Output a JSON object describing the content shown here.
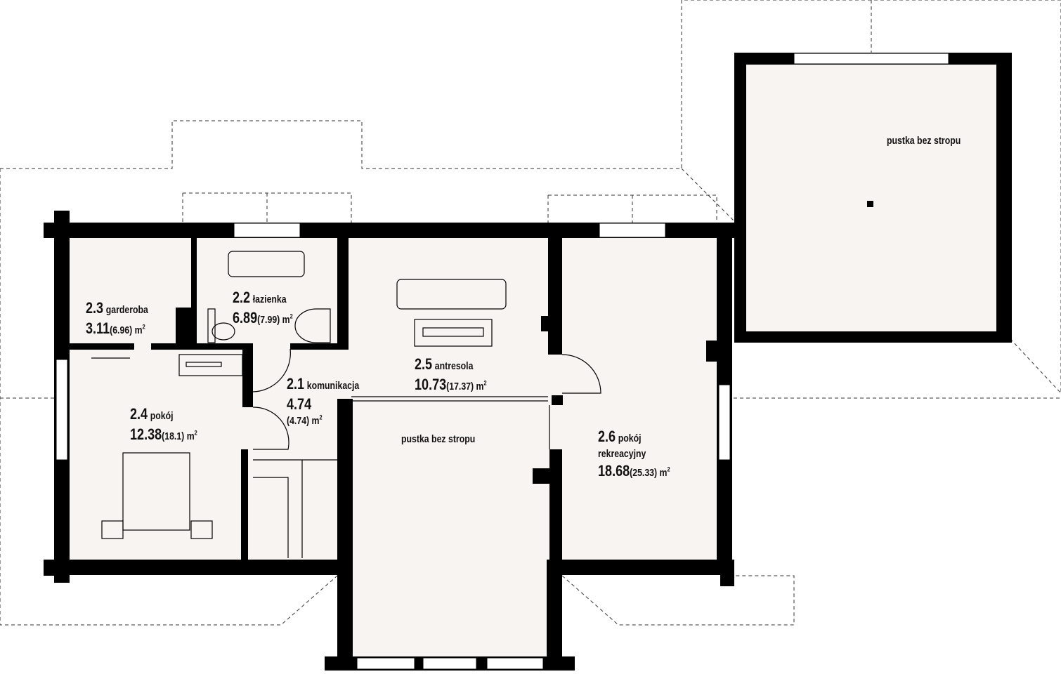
{
  "colors": {
    "wall": "#000000",
    "floor": "#f8f4f2",
    "line": "#333333"
  },
  "rooms": [
    {
      "id": "room-2-1",
      "number": "2.1",
      "name": "komunikacja",
      "area": "4.74",
      "total": "(4.74) m",
      "unit_sup": "2"
    },
    {
      "id": "room-2-2",
      "number": "2.2",
      "name": "łazienka",
      "area": "6.89",
      "total": "(7.99) m",
      "unit_sup": "2"
    },
    {
      "id": "room-2-3",
      "number": "2.3",
      "name": "garderoba",
      "area": "3.11",
      "total": "(6.96) m",
      "unit_sup": "2"
    },
    {
      "id": "room-2-4",
      "number": "2.4",
      "name": "pokój",
      "area": "12.38",
      "total": "(18.1) m",
      "unit_sup": "2"
    },
    {
      "id": "room-2-5",
      "number": "2.5",
      "name": "antresola",
      "area": "10.73",
      "total": "(17.37) m",
      "unit_sup": "2"
    },
    {
      "id": "room-2-6",
      "number": "2.6",
      "name": "pokój",
      "name2": "rekreacyjny",
      "area": "18.68",
      "total": "(25.33) m",
      "unit_sup": "2"
    }
  ],
  "voids": [
    {
      "label": "pustka bez stropu"
    },
    {
      "label": "pustka bez stropu"
    }
  ]
}
